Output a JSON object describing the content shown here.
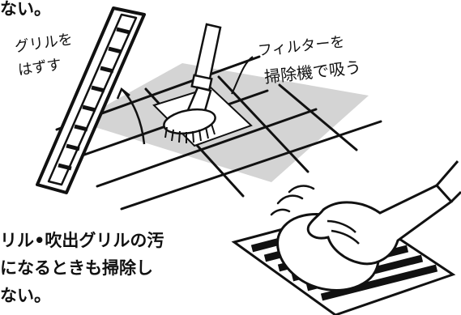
{
  "text": {
    "top_fragment": "ない。",
    "bottom_line1": "リル•吹出グリルの汚",
    "bottom_line2": "になるときも掃除し",
    "bottom_line3": "ない。"
  },
  "labels": {
    "grill_line1": "グリルを",
    "grill_line2": "はずす",
    "filter_line1": "フィルターを",
    "filter_line2": "掃除機で吸う"
  },
  "colors": {
    "ink": "#111111",
    "floor_gray": "#d4d4d4"
  }
}
